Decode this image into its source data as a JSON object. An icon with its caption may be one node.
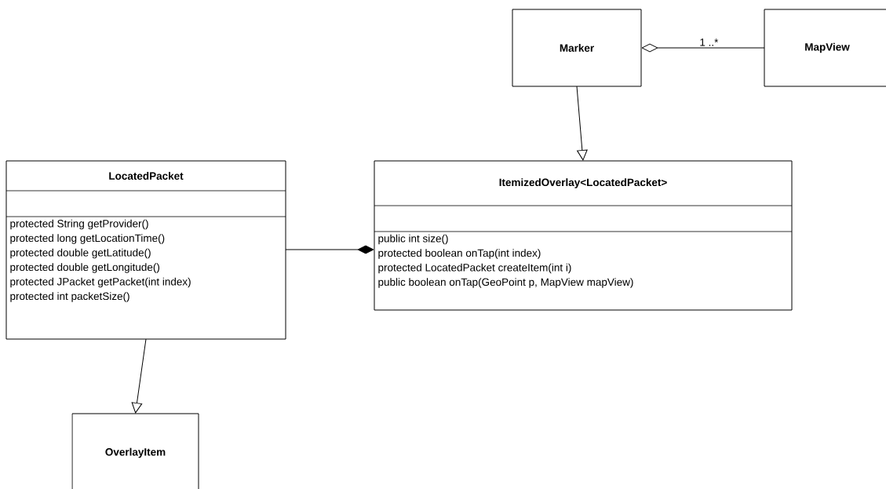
{
  "diagram": {
    "nodes": [
      {
        "text": [
          "Marker"
        ]
      },
      {
        "text": [
          "MapView"
        ]
      },
      {
        "text": [
          "LocatedPacket",
          "protected String getProvider()",
          "protected long getLocationTime()",
          "protected double getLatitude()",
          "protected double getLongitude()",
          "protected JPacket getPacket(int index)",
          "protected int packetSize()"
        ]
      },
      {
        "text": [
          "ItemizedOverlay<LocatedPacket>",
          "public int size()",
          "protected boolean onTap(int index)",
          "protected LocatedPacket createItem(int i)",
          "public boolean onTap(GeoPoint p, MapView mapView)"
        ]
      },
      {
        "text": [
          "OverlayItem"
        ]
      }
    ],
    "edges": [
      {
        "from": 1,
        "to": 0,
        "arrow": "other",
        "label": "1 ..*"
      },
      {
        "from": 0,
        "to": 3,
        "arrow": "to"
      },
      {
        "from": 2,
        "to": 3,
        "arrow": "other"
      },
      {
        "from": 2,
        "to": 4,
        "arrow": "to"
      }
    ]
  }
}
